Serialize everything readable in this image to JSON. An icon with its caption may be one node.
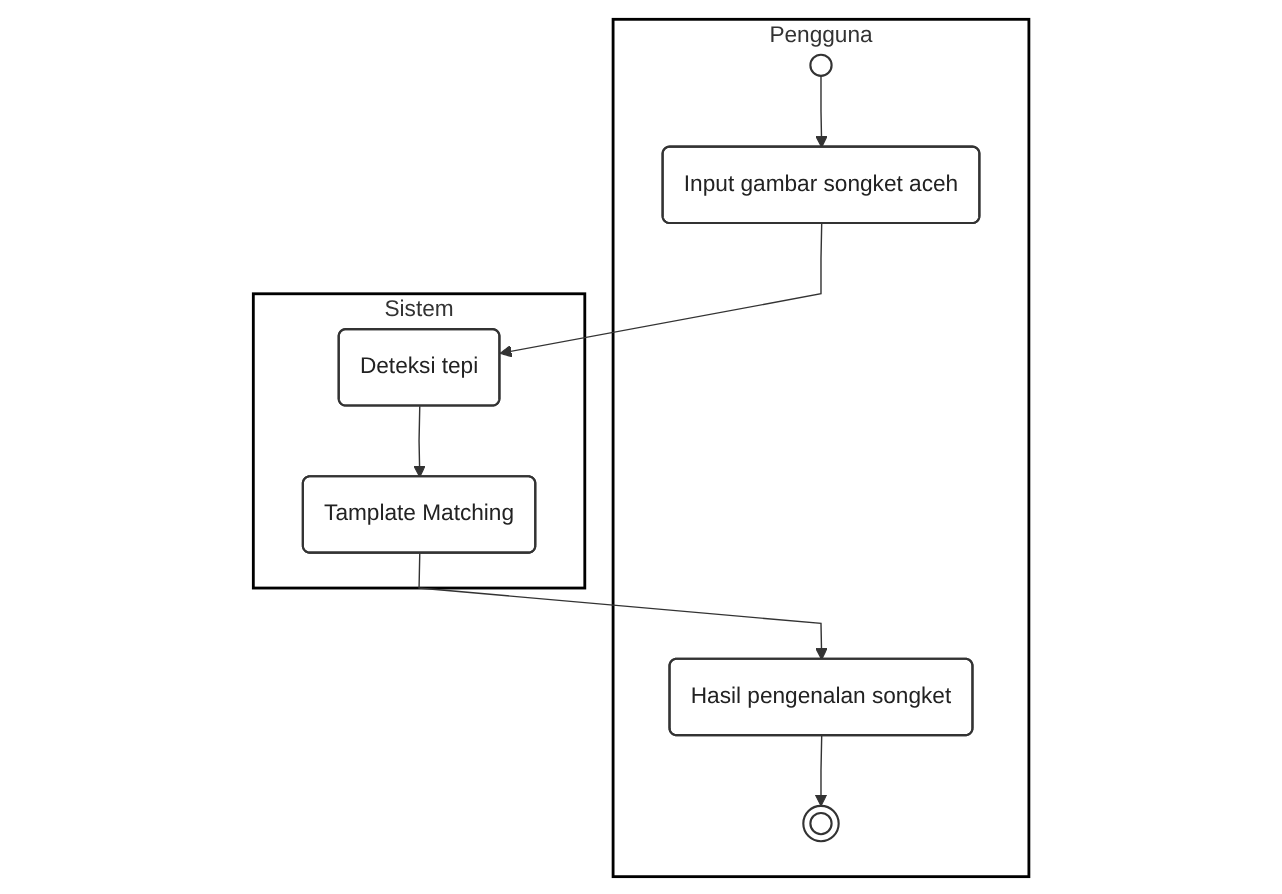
{
  "diagram": {
    "nodes": [
      {
        "text": [
          "Pengguna"
        ]
      },
      {
        "text": [
          "Sistem"
        ]
      },
      {
        "text": [],
        "shape": "circle",
        "in": 0
      },
      {
        "text": [
          "Input gambar songket aceh"
        ],
        "in": 0
      },
      {
        "text": [
          "Deteksi tepi"
        ],
        "in": 1
      },
      {
        "text": [
          "Tamplate Matching"
        ],
        "in": 1
      },
      {
        "text": [
          "Hasil pengenalan songket"
        ],
        "in": 0
      },
      {
        "text": [],
        "shape": "circle",
        "in": 0
      }
    ],
    "edges": [
      {
        "from": 2,
        "to": 3,
        "arrow": "to"
      },
      {
        "from": 3,
        "to": 4,
        "arrow": "to"
      },
      {
        "from": 4,
        "to": 5,
        "arrow": "to"
      },
      {
        "from": 5,
        "to": 6,
        "arrow": "to"
      },
      {
        "from": 6,
        "to": 7,
        "arrow": "to"
      }
    ]
  }
}
